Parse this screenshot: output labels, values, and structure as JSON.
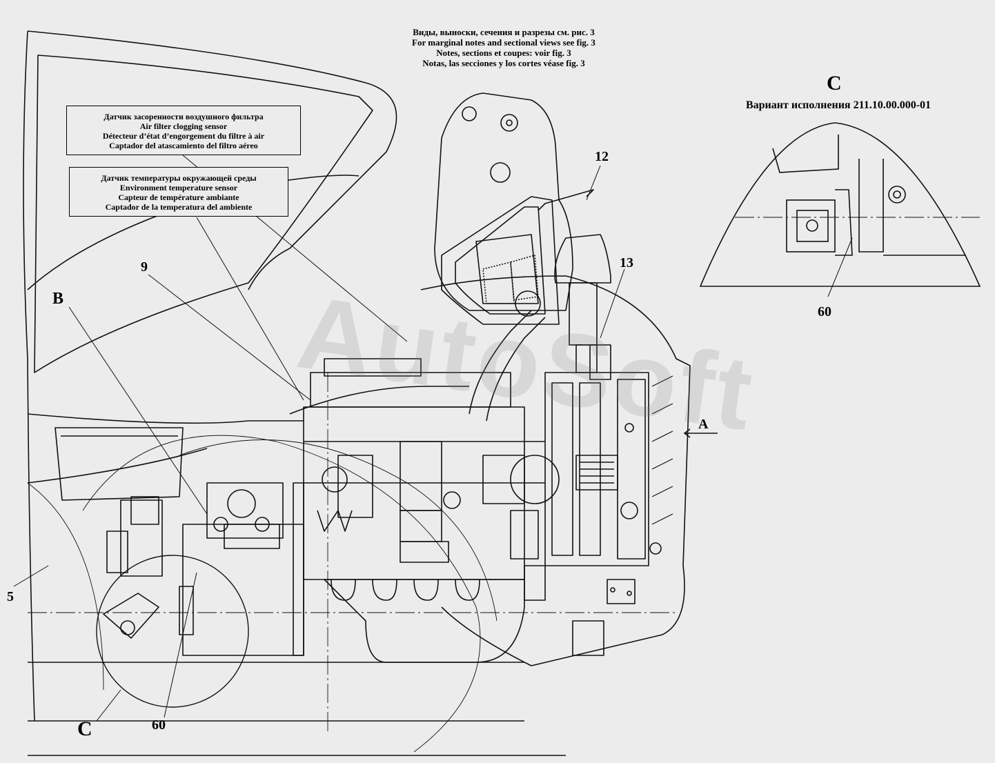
{
  "notes": {
    "ru": "Виды, выноски, сечения и разрезы см. рис. 3",
    "en": "For marginal notes and sectional views see fig. 3",
    "fr": "Notes, sections et coupes: voir fig. 3",
    "es": "Notas, las secciones y los cortes véase fig. 3"
  },
  "label_boxes": {
    "air_filter": {
      "ru": "Датчик засоренности воздушного фильтра",
      "en": "Air filter clogging sensor",
      "fr": "Détecteur d’état d’engorgement du filtre à air",
      "es": "Captador del atascamiento del filtro aéreo"
    },
    "temperature": {
      "ru": "Датчик температуры окружающей среды",
      "en": "Environment temperature sensor",
      "fr": "Capteur de température ambiante",
      "es": "Captador de la temperatura del  ambiente"
    }
  },
  "detail_view": {
    "letter": "C",
    "variant": "Вариант исполнения 211.10.00.000-01",
    "callout": "60"
  },
  "callouts": {
    "c12": "12",
    "c13": "13",
    "c9": "9",
    "cB": "B",
    "cA": "A",
    "c5": "5",
    "c60": "60",
    "cC": "C"
  },
  "watermark": "AutoSoft",
  "colors": {
    "line": "#111111",
    "background": "#ececec"
  }
}
